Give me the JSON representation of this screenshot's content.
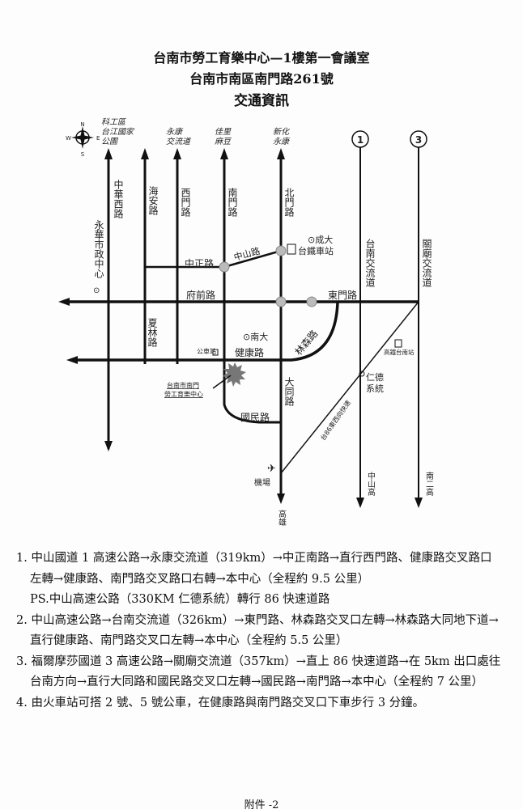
{
  "header": {
    "line1": "台南市勞工育樂中心—1樓第一會議室",
    "line2": "台南市南區南門路261號",
    "line3": "交通資訊"
  },
  "map": {
    "compass": {
      "n": "N",
      "s": "S",
      "e": "E",
      "w": "W"
    },
    "destinations": {
      "kegong": "科工區",
      "taijiang": "台江國家",
      "park": "公園",
      "yongkang": "永康",
      "interchange": "交流道",
      "jiali": "佳里",
      "madou": "麻豆",
      "xinhua": "新化",
      "yongkang2": "永康"
    },
    "roads": {
      "zhonghua": "中華西路",
      "haian": "海安路",
      "ximen": "西門路",
      "nanmen": "南門路",
      "beimen": "北門路",
      "zhongzheng": "中正路",
      "zhongshan": "中山路",
      "fuqian": "府前路",
      "dongmen": "東門路",
      "xialin": "夏林路",
      "jiankang": "健康路",
      "linsen": "林森路",
      "datong": "大同路",
      "guomin": "國民路",
      "tainan_ic": "台南交流道",
      "guanmiao_ic": "關廟交流道",
      "expressway86": "台86東西向快速",
      "zhongshan_hwy": "中山高",
      "nan_er_gao": "南二高",
      "kaohsiung": "高雄"
    },
    "places": {
      "city_hall": "永華市政中心",
      "ncku": "成大",
      "tra_station": "台鐵車站",
      "nantai": "南大",
      "bus_stop": "公車站",
      "center_line1": "台南市南門",
      "center_line2": "勞工育樂中心",
      "hsr": "高鐵台南站",
      "rende": "仁德",
      "rende2": "系統",
      "airport": "機場"
    },
    "highway_badges": [
      "1",
      "3"
    ]
  },
  "steps": [
    "1. 中山國道 1 高速公路→永康交流道（319km）→中正南路→直行西門路、健康路交叉路口左轉→健康路、南門路交叉路口右轉→本中心（全程約 9.5 公里）",
    "PS.中山高速公路（330KM 仁德系統）轉行 86 快速道路",
    "2. 中山高速公路→台南交流道（326km）→東門路、林森路交叉口左轉→林森路大同地下道→直行健康路、南門路交叉口左轉→本中心（全程約 5.5 公里）",
    "3. 福爾摩莎國道 3 高速公路→關廟交流道（357km）→直上 86 快速道路→在 5km 出口處往台南方向→直行大同路和國民路交叉口左轉→國民路→南門路→本中心（全程約 7 公里）",
    "4. 由火車站可搭 2 號、5 號公車，在健康路與南門路交叉口下車步行 3 分鐘。"
  ],
  "footer": "附件 -2"
}
